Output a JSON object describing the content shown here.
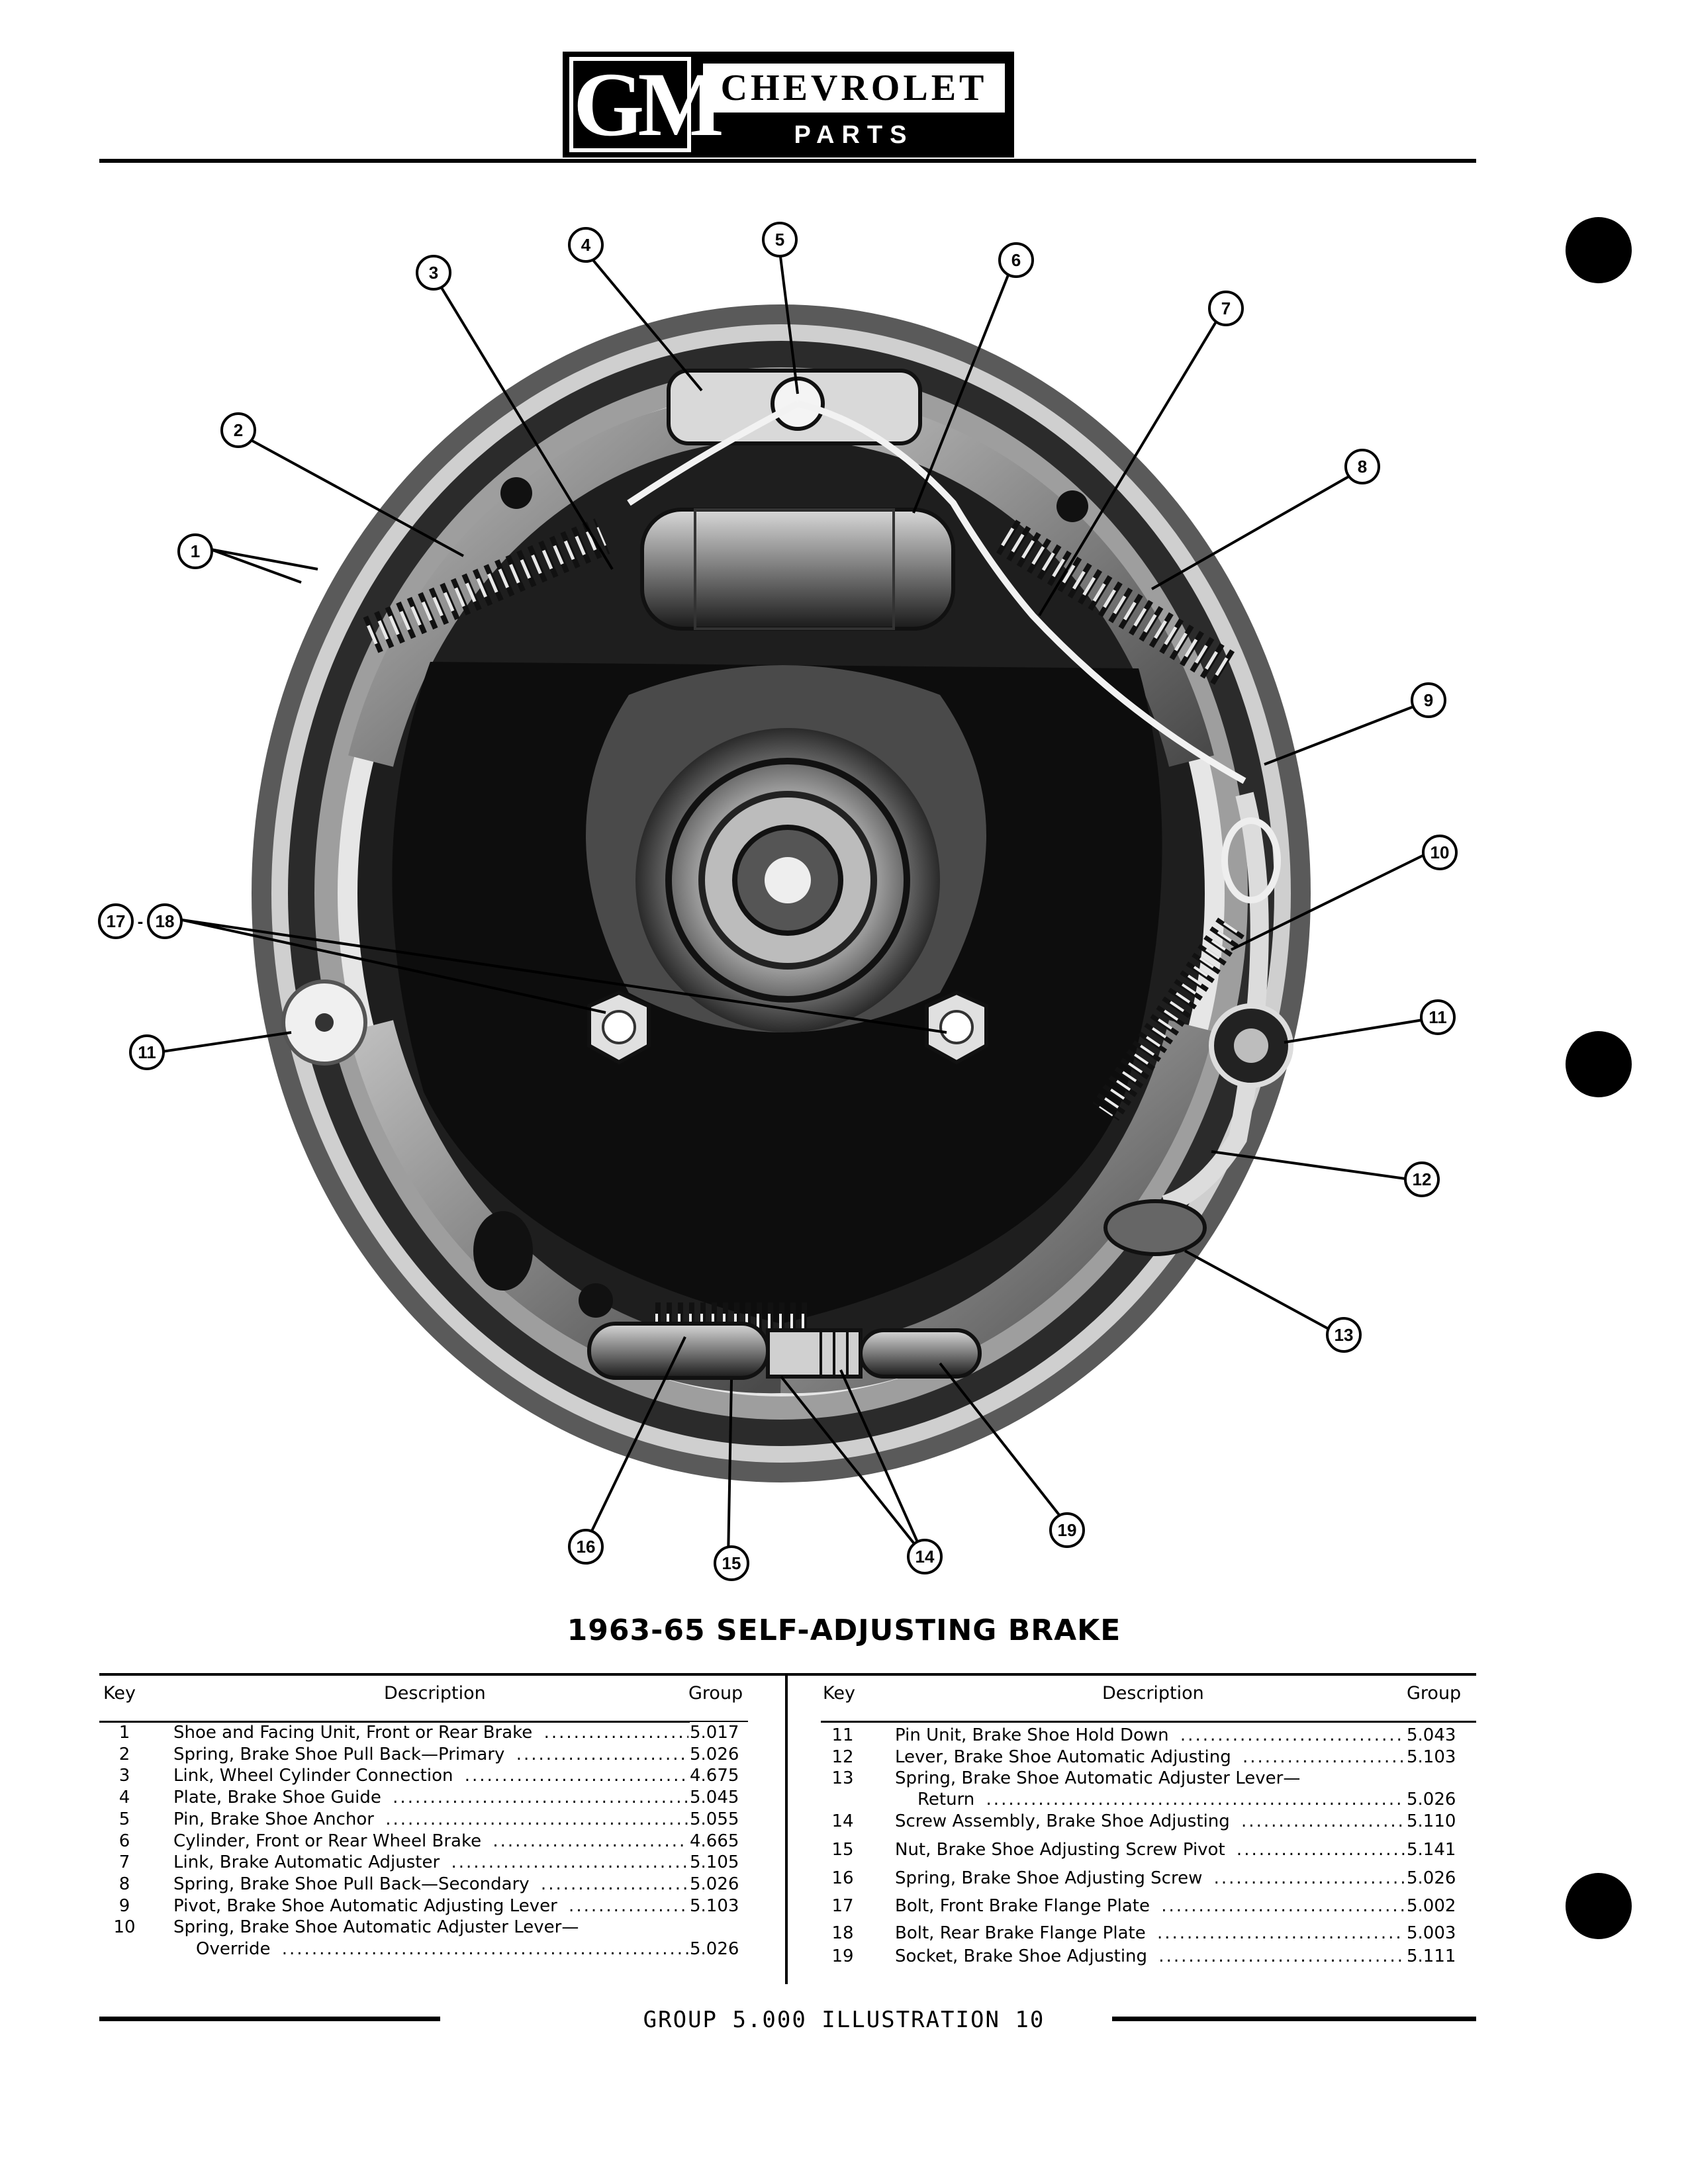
{
  "header": {
    "logo_mark": "GM",
    "brand": "CHEVROLET",
    "subtitle": "PARTS CATALOGUE"
  },
  "illustration": {
    "callouts": [
      {
        "label": "1"
      },
      {
        "label": "2"
      },
      {
        "label": "3"
      },
      {
        "label": "4"
      },
      {
        "label": "5"
      },
      {
        "label": "6"
      },
      {
        "label": "7"
      },
      {
        "label": "8"
      },
      {
        "label": "9"
      },
      {
        "label": "10"
      },
      {
        "label": "11"
      },
      {
        "label": "11"
      },
      {
        "label": "12"
      },
      {
        "label": "13"
      },
      {
        "label": "14"
      },
      {
        "label": "15"
      },
      {
        "label": "16"
      },
      {
        "label": "17"
      },
      {
        "label": "18"
      },
      {
        "label": "19"
      }
    ],
    "callout_separator": "-"
  },
  "caption": "1963-65 SELF-ADJUSTING BRAKE",
  "table": {
    "headers": {
      "key": "Key",
      "description": "Description",
      "group": "Group"
    },
    "left": [
      {
        "key": "1",
        "lines": [
          "Shoe and Facing Unit, Front or Rear Brake"
        ],
        "group": "5.017"
      },
      {
        "key": "2",
        "lines": [
          "Spring, Brake Shoe Pull Back—Primary"
        ],
        "group": "5.026"
      },
      {
        "key": "3",
        "lines": [
          "Link, Wheel Cylinder Connection"
        ],
        "group": "4.675"
      },
      {
        "key": "4",
        "lines": [
          "Plate, Brake Shoe Guide"
        ],
        "group": "5.045"
      },
      {
        "key": "5",
        "lines": [
          "Pin, Brake Shoe Anchor"
        ],
        "group": "5.055"
      },
      {
        "key": "6",
        "lines": [
          "Cylinder, Front or Rear Wheel Brake"
        ],
        "group": "4.665"
      },
      {
        "key": "7",
        "lines": [
          "Link, Brake Automatic Adjuster"
        ],
        "group": "5.105"
      },
      {
        "key": "8",
        "lines": [
          "Spring, Brake Shoe Pull Back—Secondary"
        ],
        "group": "5.026"
      },
      {
        "key": "9",
        "lines": [
          "Pivot, Brake Shoe Automatic Adjusting Lever"
        ],
        "group": "5.103"
      },
      {
        "key": "10",
        "lines": [
          "Spring, Brake Shoe Automatic Adjuster Lever—",
          "Override"
        ],
        "group": "5.026"
      }
    ],
    "right": [
      {
        "key": "11",
        "lines": [
          "Pin Unit, Brake Shoe Hold Down"
        ],
        "group": "5.043"
      },
      {
        "key": "12",
        "lines": [
          "Lever, Brake Shoe Automatic Adjusting"
        ],
        "group": "5.103"
      },
      {
        "key": "13",
        "lines": [
          "Spring, Brake Shoe Automatic Adjuster Lever—",
          "Return"
        ],
        "group": "5.026"
      },
      {
        "key": "14",
        "lines": [
          "Screw Assembly, Brake Shoe Adjusting"
        ],
        "group": "5.110"
      },
      {
        "key": "15",
        "lines": [
          "Nut, Brake Shoe Adjusting Screw Pivot"
        ],
        "group": "5.141"
      },
      {
        "key": "16",
        "lines": [
          "Spring, Brake Shoe Adjusting Screw"
        ],
        "group": "5.026"
      },
      {
        "key": "17",
        "lines": [
          "Bolt, Front Brake Flange Plate"
        ],
        "group": "5.002"
      },
      {
        "key": "18",
        "lines": [
          "Bolt, Rear Brake Flange Plate"
        ],
        "group": "5.003"
      },
      {
        "key": "19",
        "lines": [
          "Socket, Brake Shoe Adjusting"
        ],
        "group": "5.111"
      }
    ]
  },
  "footer": "GROUP 5.000 ILLUSTRATION 10"
}
